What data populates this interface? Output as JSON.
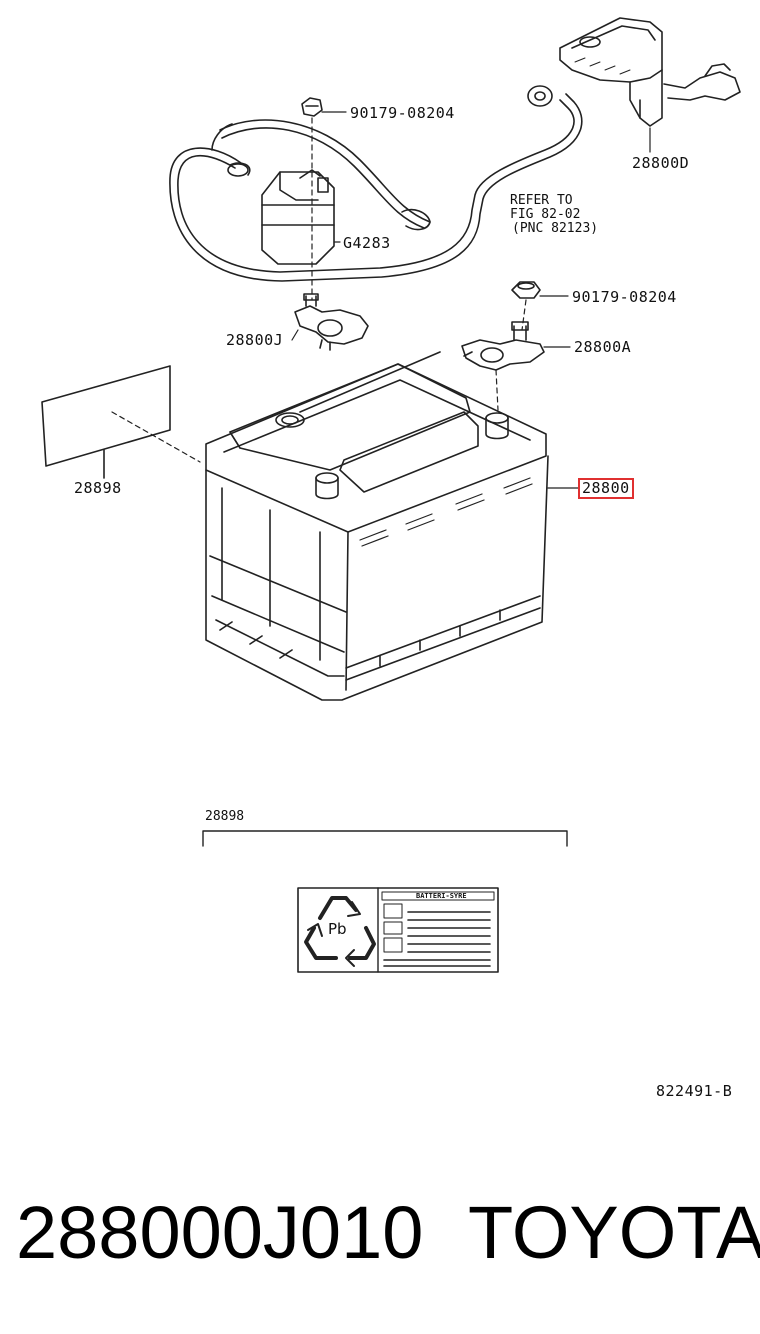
{
  "diagram": {
    "highlight_color": "#e03030",
    "callouts": {
      "bolt_top": "90179-08204",
      "terminal_cover": "28800D",
      "refer_line1": "REFER TO",
      "refer_line2": "FIG 82-02",
      "refer_line3": "(PNC 82123)",
      "fusible_link": "G4283",
      "bolt_right": "90179-08204",
      "neg_clamp": "28800J",
      "pos_clamp": "28800A",
      "label_sheet": "28898",
      "battery": "28800"
    },
    "label_detail": {
      "title": "28898",
      "sticker_heading": "BATTERI-SYRE",
      "pb_symbol": "Pb"
    },
    "figure_code": "822491-B"
  },
  "footer": {
    "part_number": "288000J010",
    "brand": "TOYOTA"
  }
}
